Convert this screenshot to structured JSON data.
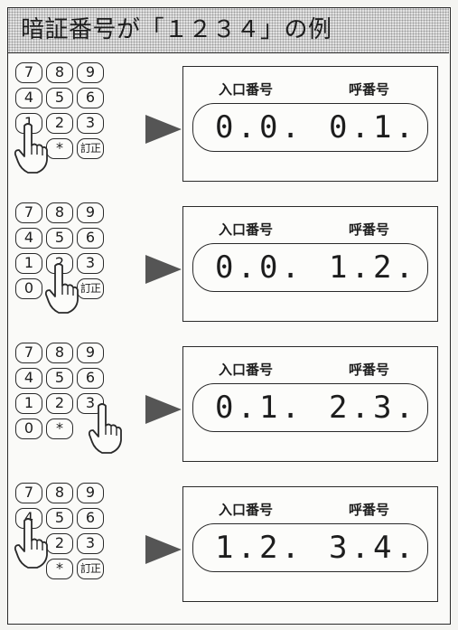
{
  "title": "暗証番号が「１２３４」の例",
  "labels": {
    "entry_no": "入口番号",
    "call_no": "呼番号"
  },
  "steps": [
    {
      "keys": [
        "7",
        "8",
        "9",
        "4",
        "5",
        "6",
        "1",
        "2",
        "3",
        "",
        "*",
        "訂正"
      ],
      "pressed_key": "1",
      "display": {
        "entry": "0.0.",
        "call": "0.1."
      }
    },
    {
      "keys": [
        "7",
        "8",
        "9",
        "4",
        "5",
        "6",
        "1",
        "2",
        "3",
        "0",
        "",
        "訂正"
      ],
      "pressed_key": "2",
      "display": {
        "entry": "0.0.",
        "call": "1.2."
      }
    },
    {
      "keys": [
        "7",
        "8",
        "9",
        "4",
        "5",
        "6",
        "1",
        "2",
        "3",
        "0",
        "*",
        ""
      ],
      "pressed_key": "3",
      "display": {
        "entry": "0.1.",
        "call": "2.3."
      }
    },
    {
      "keys": [
        "7",
        "8",
        "9",
        "4",
        "5",
        "6",
        "",
        "2",
        "3",
        "",
        "*",
        "訂正"
      ],
      "pressed_key": "4",
      "display": {
        "entry": "1.2.",
        "call": "3.4."
      }
    }
  ]
}
